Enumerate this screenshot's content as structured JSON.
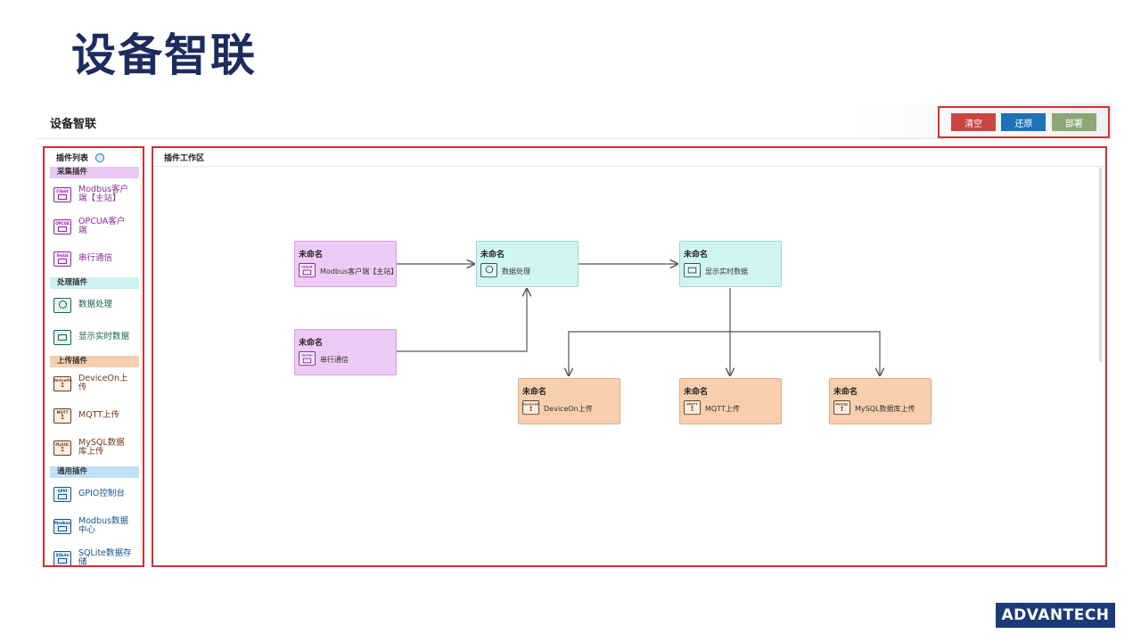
{
  "slide": {
    "title": "设备智联"
  },
  "app": {
    "title": "设备智联",
    "buttons": {
      "clear": "清空",
      "restore": "还原",
      "deploy": "部署"
    }
  },
  "sidebar": {
    "title": "插件列表",
    "info_icon": "ⓘ",
    "groups": [
      {
        "label": "采集插件",
        "items": [
          {
            "label": "Modbus客户端【主站】",
            "icon_tag": "Client"
          },
          {
            "label": "OPCUA客户端",
            "icon_tag": "OPCUA"
          },
          {
            "label": "串行通信",
            "icon_tag": "Serial"
          }
        ]
      },
      {
        "label": "处理插件",
        "items": [
          {
            "label": "数据处理"
          },
          {
            "label": "显示实时数据"
          }
        ]
      },
      {
        "label": "上传插件",
        "items": [
          {
            "label": "DeviceOn上传",
            "icon_tag": "DeviceOn"
          },
          {
            "label": "MQTT上传",
            "icon_tag": "MQTT"
          },
          {
            "label": "MySQL数据库上传",
            "icon_tag": "MySQL"
          }
        ]
      },
      {
        "label": "通用插件",
        "items": [
          {
            "label": "GPIO控制台",
            "icon_tag": "GPIO"
          },
          {
            "label": "Modbus数据中心",
            "icon_tag": "Modbus"
          },
          {
            "label": "SQLite数据存储",
            "icon_tag": "SQLite"
          }
        ]
      }
    ]
  },
  "workspace": {
    "title": "插件工作区",
    "nodes": [
      {
        "id": "modbus",
        "title": "未命名",
        "label": "Modbus客户端【主站】",
        "icon_tag": "Client"
      },
      {
        "id": "serial",
        "title": "未命名",
        "label": "串行通信",
        "icon_tag": "Serial"
      },
      {
        "id": "process",
        "title": "未命名",
        "label": "数据处理"
      },
      {
        "id": "display",
        "title": "未命名",
        "label": "显示实时数据"
      },
      {
        "id": "deviceon",
        "title": "未命名",
        "label": "DeviceOn上传",
        "icon_tag": "DeviceOn"
      },
      {
        "id": "mqtt",
        "title": "未命名",
        "label": "MQTT上传",
        "icon_tag": "MQTT"
      },
      {
        "id": "mysql",
        "title": "未命名",
        "label": "MySQL数据库上传",
        "icon_tag": "MySQL"
      }
    ]
  },
  "logo": {
    "text": "ADVANTECH"
  },
  "colors": {
    "collect": "#eecbf6",
    "process": "#d1f5f3",
    "upload": "#f7cfae",
    "general": "#bfe1f6",
    "highlight_border": "#d32f2f",
    "title_navy": "#1d2c5e"
  }
}
